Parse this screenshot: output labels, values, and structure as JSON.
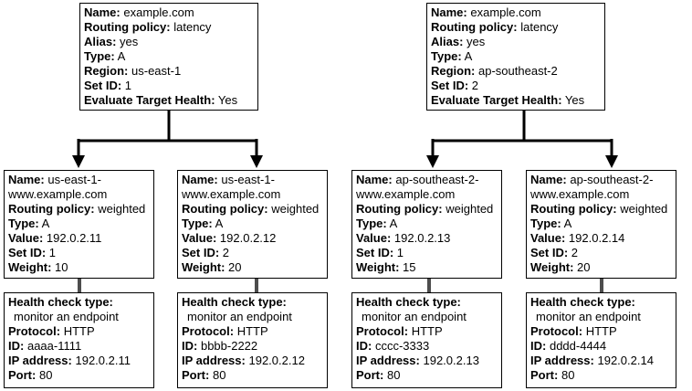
{
  "diagram": {
    "description_labels": {},
    "colors": {
      "line": "#000000",
      "connector_gray": "#4d4d4d",
      "border": "#000000",
      "background": "#ffffff",
      "text": "#000000"
    }
  },
  "boxes": [
    {
      "kind": "latency-alias-record",
      "fields": [
        {
          "label": "Name:",
          "value": "example.com"
        },
        {
          "label": "Routing policy:",
          "value": "latency"
        },
        {
          "label": "Alias:",
          "value": "yes"
        },
        {
          "label": "Type:",
          "value": "A"
        },
        {
          "label": "Region:",
          "value": "us-east-1"
        },
        {
          "label": "Set ID:",
          "value": "1"
        },
        {
          "label": "Evaluate Target Health:",
          "value": "Yes"
        }
      ]
    },
    {
      "kind": "latency-alias-record",
      "fields": [
        {
          "label": "Name:",
          "value": "example.com"
        },
        {
          "label": "Routing policy:",
          "value": "latency"
        },
        {
          "label": "Alias:",
          "value": "yes"
        },
        {
          "label": "Type:",
          "value": "A"
        },
        {
          "label": "Region:",
          "value": "ap-southeast-2"
        },
        {
          "label": "Set ID:",
          "value": "2"
        },
        {
          "label": "Evaluate Target Health:",
          "value": "Yes"
        }
      ]
    },
    {
      "kind": "weighted-record",
      "fields": [
        {
          "label": "Name:",
          "value": "us-east-1-www.example.com"
        },
        {
          "label": "Routing policy:",
          "value": "weighted"
        },
        {
          "label": "Type:",
          "value": "A"
        },
        {
          "label": "Value:",
          "value": "192.0.2.11"
        },
        {
          "label": "Set ID:",
          "value": "1"
        },
        {
          "label": "Weight:",
          "value": "10"
        }
      ]
    },
    {
      "kind": "weighted-record",
      "fields": [
        {
          "label": "Name:",
          "value": "us-east-1-www.example.com"
        },
        {
          "label": "Routing policy:",
          "value": "weighted"
        },
        {
          "label": "Type:",
          "value": "A"
        },
        {
          "label": "Value:",
          "value": "192.0.2.12"
        },
        {
          "label": "Set ID:",
          "value": "2"
        },
        {
          "label": "Weight:",
          "value": "20"
        }
      ]
    },
    {
      "kind": "weighted-record",
      "fields": [
        {
          "label": "Name:",
          "value": "ap-southeast-2-www.example.com"
        },
        {
          "label": "Routing policy:",
          "value": "weighted"
        },
        {
          "label": "Type:",
          "value": "A"
        },
        {
          "label": "Value:",
          "value": "192.0.2.13"
        },
        {
          "label": "Set ID:",
          "value": "1"
        },
        {
          "label": "Weight:",
          "value": "15"
        }
      ]
    },
    {
      "kind": "weighted-record",
      "fields": [
        {
          "label": "Name:",
          "value": "ap-southeast-2-www.example.com"
        },
        {
          "label": "Routing policy:",
          "value": "weighted"
        },
        {
          "label": "Type:",
          "value": "A"
        },
        {
          "label": "Value:",
          "value": "192.0.2.14"
        },
        {
          "label": "Set ID:",
          "value": "2"
        },
        {
          "label": "Weight:",
          "value": "20"
        }
      ]
    },
    {
      "kind": "health-check",
      "fields": [
        {
          "label": "Health check type:",
          "value": "monitor an endpoint",
          "own_line": true
        },
        {
          "label": "Protocol:",
          "value": "HTTP"
        },
        {
          "label": "ID:",
          "value": "aaaa-1111"
        },
        {
          "label": "IP address:",
          "value": "192.0.2.11"
        },
        {
          "label": "Port:",
          "value": "80"
        }
      ]
    },
    {
      "kind": "health-check",
      "fields": [
        {
          "label": "Health check type:",
          "value": "monitor an endpoint",
          "own_line": true
        },
        {
          "label": "Protocol:",
          "value": "HTTP"
        },
        {
          "label": "ID:",
          "value": "bbbb-2222"
        },
        {
          "label": "IP address:",
          "value": "192.0.2.12"
        },
        {
          "label": "Port:",
          "value": "80"
        }
      ]
    },
    {
      "kind": "health-check",
      "fields": [
        {
          "label": "Health check type:",
          "value": "monitor an endpoint",
          "own_line": true
        },
        {
          "label": "Protocol:",
          "value": "HTTP"
        },
        {
          "label": "ID:",
          "value": "cccc-3333"
        },
        {
          "label": "IP address:",
          "value": "192.0.2.13"
        },
        {
          "label": "Port:",
          "value": "80"
        }
      ]
    },
    {
      "kind": "health-check",
      "fields": [
        {
          "label": "Health check type:",
          "value": "monitor an endpoint",
          "own_line": true
        },
        {
          "label": "Protocol:",
          "value": "HTTP"
        },
        {
          "label": "ID:",
          "value": "dddd-4444"
        },
        {
          "label": "IP address:",
          "value": "192.0.2.14"
        },
        {
          "label": "Port:",
          "value": "80"
        }
      ]
    }
  ]
}
